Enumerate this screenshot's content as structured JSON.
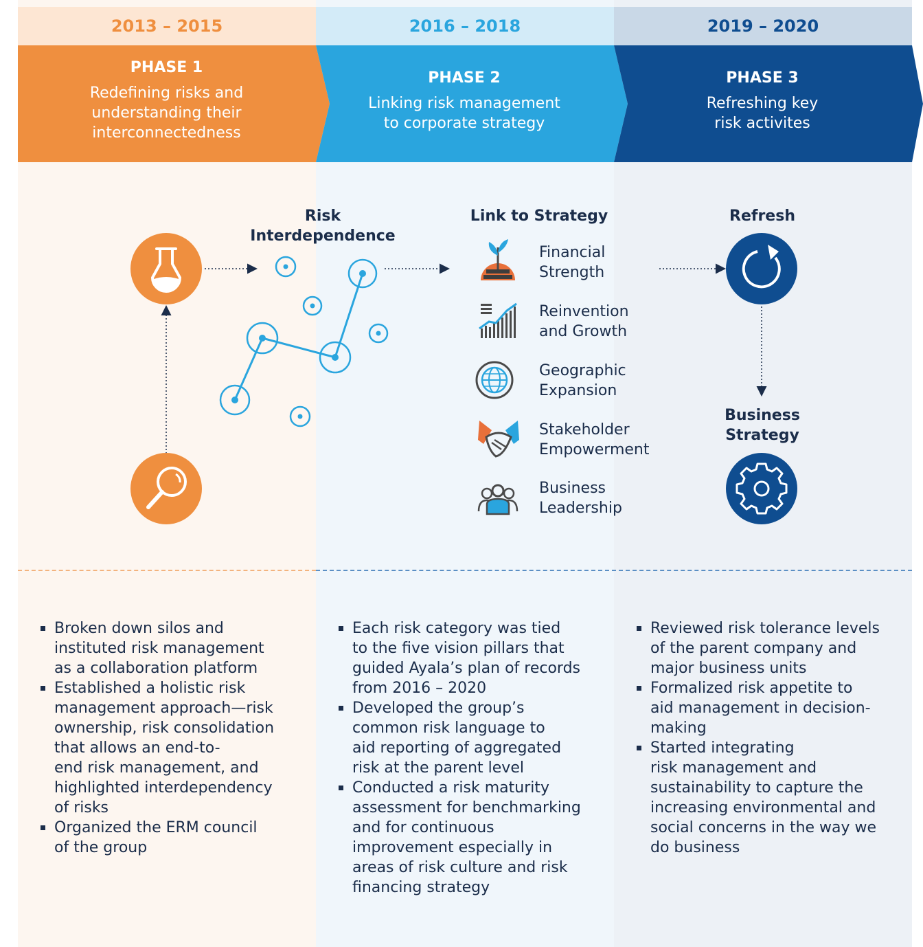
{
  "colors": {
    "orange": "#ef8f3f",
    "light_blue": "#2aa5de",
    "dark_blue": "#0f4d90"
  },
  "phases": [
    {
      "years": "2013 – 2015",
      "title": "PHASE 1",
      "description": [
        "Redefining risks and",
        "understanding their",
        "interconnectedness"
      ]
    },
    {
      "years": "2016 – 2018",
      "title": "PHASE 2",
      "description": [
        "Linking risk management",
        "to corporate strategy"
      ]
    },
    {
      "years": "2019 – 2020",
      "title": "PHASE 3",
      "description": [
        "Refreshing key",
        "risk activites"
      ]
    }
  ],
  "diagram": {
    "risk_heading": [
      "Risk",
      "Interdependence"
    ],
    "link_heading": "Link to Strategy",
    "refresh_heading": "Refresh",
    "business_heading": [
      "Business",
      "Strategy"
    ],
    "icons": [
      "flask-icon",
      "magnifier-icon",
      "network-icon",
      "refresh-icon",
      "gear-icon"
    ],
    "pillars": [
      {
        "label": [
          "Financial",
          "Strength"
        ],
        "icon": "plant-growth-icon"
      },
      {
        "label": [
          "Reinvention",
          "and Growth"
        ],
        "icon": "growth-chart-icon"
      },
      {
        "label": [
          "Geographic",
          "Expansion"
        ],
        "icon": "globe-icon"
      },
      {
        "label": [
          "Stakeholder",
          "Empowerment"
        ],
        "icon": "handshake-icon"
      },
      {
        "label": [
          "Business",
          "Leadership"
        ],
        "icon": "people-icon"
      }
    ]
  },
  "bullets": [
    [
      [
        "Broken down silos and",
        "instituted risk management",
        "as a collaboration platform"
      ],
      [
        "Established a holistic risk",
        "management approach—risk",
        "ownership, risk consolidation",
        "that allows an end-to-",
        "end risk management, and",
        "highlighted interdependency",
        "of risks"
      ],
      [
        "Organized the ERM council",
        "of the group"
      ]
    ],
    [
      [
        "Each risk category was tied",
        "to the five vision pillars that",
        "guided Ayala’s plan of records",
        "from 2016 – 2020"
      ],
      [
        "Developed the group’s",
        "common risk language to",
        "aid reporting of aggregated",
        "risk at the parent level"
      ],
      [
        "Conducted a risk maturity",
        "assessment for benchmarking",
        "and for continuous",
        "improvement especially in",
        "areas of risk culture and risk",
        "financing strategy"
      ]
    ],
    [
      [
        "Reviewed risk tolerance levels",
        "of the parent company and",
        "major business units"
      ],
      [
        "Formalized risk appetite to",
        "aid management in decision-",
        "making"
      ],
      [
        "Started integrating",
        "risk management and",
        "sustainability to capture the",
        "increasing environmental and",
        "social concerns in the way we",
        "do business"
      ]
    ]
  ]
}
